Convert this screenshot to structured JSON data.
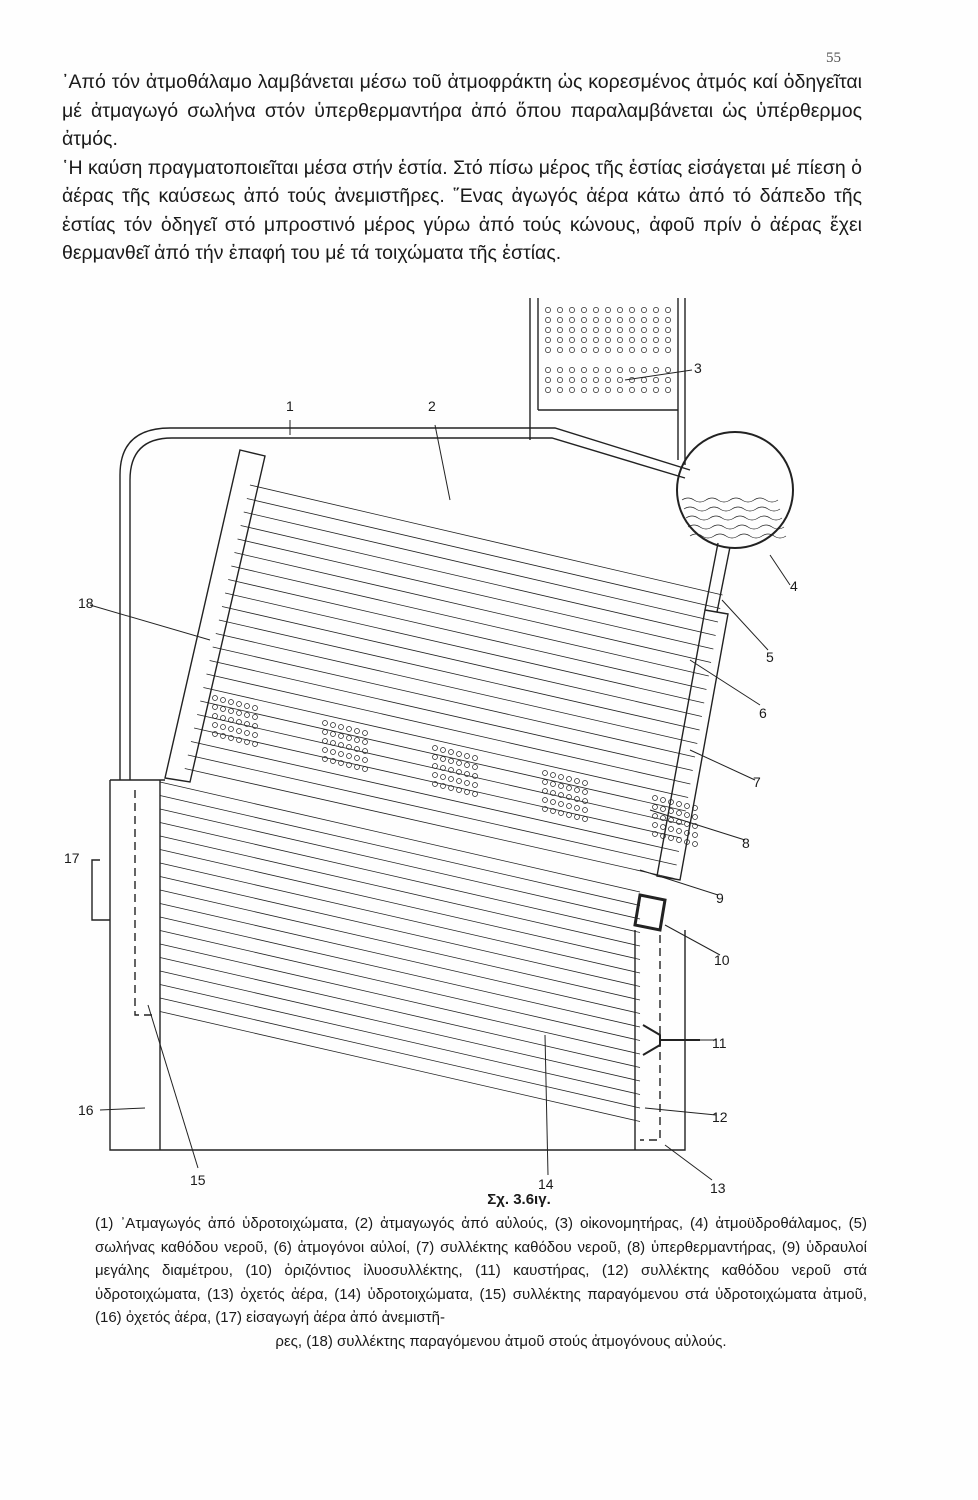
{
  "page_number": "55",
  "paragraphs": [
    "᾿Από τόν ἀτμοθάλαμο λαμβάνεται μέσω τοῦ ἀτμοφράκτη ὡς κορεσμένος ἀτμός καί ὁδηγεῖται μέ ἀτμαγωγό σωλήνα στόν ὑπερθερμαντήρα ἀπό ὅπου παραλαμβάνεται ὡς ὑπέρθερμος ἀτμός.",
    "῾Η καύση πραγματοποιεῖται μέσα στήν ἑστία. Στό πίσω μέρος τῆς ἑστίας εἰσάγεται μέ πίεση ὁ ἀέρας τῆς καύσεως ἀπό τούς ἀνεμιστῆρες. ῞Ενας ἀγωγός ἀέρα κάτω ἀπό τό δάπεδο τῆς ἑστίας τόν ὁδηγεῖ στό μπροστινό μέρος γύρω ἀπό τούς κώνους, ἀφοῦ πρίν ὁ ἀέρας ἔχει θερμανθεῖ ἀπό τήν ἐπαφή του μέ τά τοιχώματα τῆς ἑστίας."
  ],
  "figure": {
    "labels": [
      "1",
      "2",
      "3",
      "4",
      "5",
      "6",
      "7",
      "8",
      "9",
      "10",
      "11",
      "12",
      "13",
      "14",
      "15",
      "16",
      "17",
      "18"
    ],
    "title": "Σχ. 3.6ιγ.",
    "caption": "(1) ᾿Ατμαγωγός ἀπό ὑδροτοιχώματα, (2) ἀτμαγωγός ἀπό αὐλούς, (3) οἰκονομητήρας, (4) ἀτμοϋδροθάλαμος, (5) σωλήνας καθόδου νεροῦ, (6) ἀτμογόνοι αὐλοί, (7) συλλέκτης καθόδου νεροῦ, (8) ὑπερθερμαντήρας, (9) ὑδραυλοί μεγάλης διαμέτρου, (10) ὁριζόντιος ἰλυοσυλλέκτης, (11) καυστήρας, (12) συλλέκτης καθόδου νεροῦ στά ὑδροτοιχώματα, (13) ὀχετός ἀέρα, (14) ὑδροτοιχώματα, (15) συλλέκτης παραγόμενου στά ὑδροτοιχώματα ἀτμοῦ, (16) ὀχετός ἀέρα, (17) εἰσαγωγή ἀέρα ἀπό ἀνεμιστῆ-",
    "caption_last": "ρες, (18) συλλέκτης παραγόμενου ἀτμοῦ στούς ἀτμογόνους αὐλούς."
  }
}
